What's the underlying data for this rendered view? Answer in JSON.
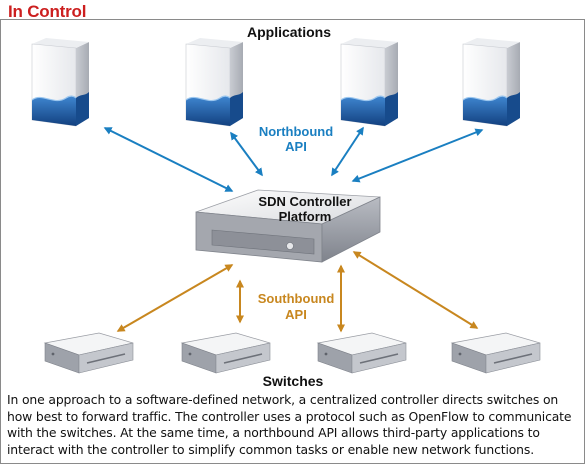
{
  "title": "In Control",
  "labels": {
    "applications": "Applications",
    "northbound_line1": "Northbound",
    "northbound_line2": "API",
    "controller_line1": "SDN Controller",
    "controller_line2": "Platform",
    "southbound_line1": "Southbound",
    "southbound_line2": "API",
    "switches": "Switches"
  },
  "caption": "In one approach to a software-defined network, a centralized controller directs switches on how best to forward traffic. The controller uses a protocol such as OpenFlow to communicate with the switches. At the same time, a northbound API allows third-party applications to interact with the controller to simplify common tasks or enable new network functions.",
  "colors": {
    "title": "#cc1f1f",
    "northbound": "#1a7fc1",
    "southbound": "#c8871f",
    "app_wave": "#1f5fa8"
  },
  "applications": [
    {
      "icon": "application-box-icon"
    },
    {
      "icon": "application-box-icon"
    },
    {
      "icon": "application-box-icon"
    },
    {
      "icon": "application-box-icon"
    }
  ],
  "switches": [
    {
      "icon": "network-switch-icon"
    },
    {
      "icon": "network-switch-icon"
    },
    {
      "icon": "network-switch-icon"
    },
    {
      "icon": "network-switch-icon"
    }
  ]
}
